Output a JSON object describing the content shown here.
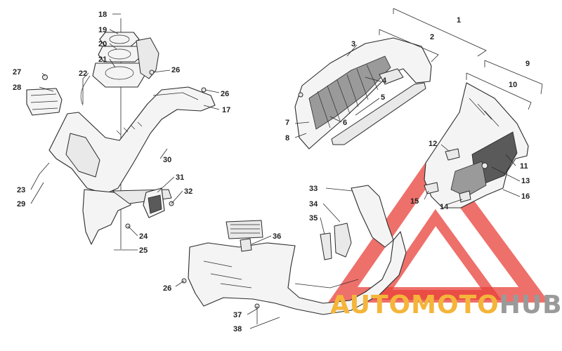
{
  "callouts": [
    {
      "label": "1"
    },
    {
      "label": "2"
    },
    {
      "label": "3"
    },
    {
      "label": "4"
    },
    {
      "label": "5"
    },
    {
      "label": "6"
    },
    {
      "label": "7"
    },
    {
      "label": "8"
    },
    {
      "label": "9"
    },
    {
      "label": "10"
    },
    {
      "label": "11"
    },
    {
      "label": "12"
    },
    {
      "label": "13"
    },
    {
      "label": "14"
    },
    {
      "label": "15"
    },
    {
      "label": "16"
    },
    {
      "label": "17"
    },
    {
      "label": "18"
    },
    {
      "label": "19"
    },
    {
      "label": "20"
    },
    {
      "label": "21"
    },
    {
      "label": "22"
    },
    {
      "label": "23"
    },
    {
      "label": "24"
    },
    {
      "label": "25"
    },
    {
      "label": "26"
    },
    {
      "label": "26"
    },
    {
      "label": "26"
    },
    {
      "label": "27"
    },
    {
      "label": "28"
    },
    {
      "label": "29"
    },
    {
      "label": "30"
    },
    {
      "label": "31"
    },
    {
      "label": "32"
    },
    {
      "label": "33"
    },
    {
      "label": "34"
    },
    {
      "label": "35"
    },
    {
      "label": "36"
    },
    {
      "label": "37"
    },
    {
      "label": "38"
    }
  ],
  "watermark": {
    "part1": "AUTO",
    "part2": "MOTO",
    "part3": "HUB",
    "accent_color": "#f4b53a",
    "secondary_color": "#9a9a9a",
    "logo_color": "#e8403a"
  }
}
